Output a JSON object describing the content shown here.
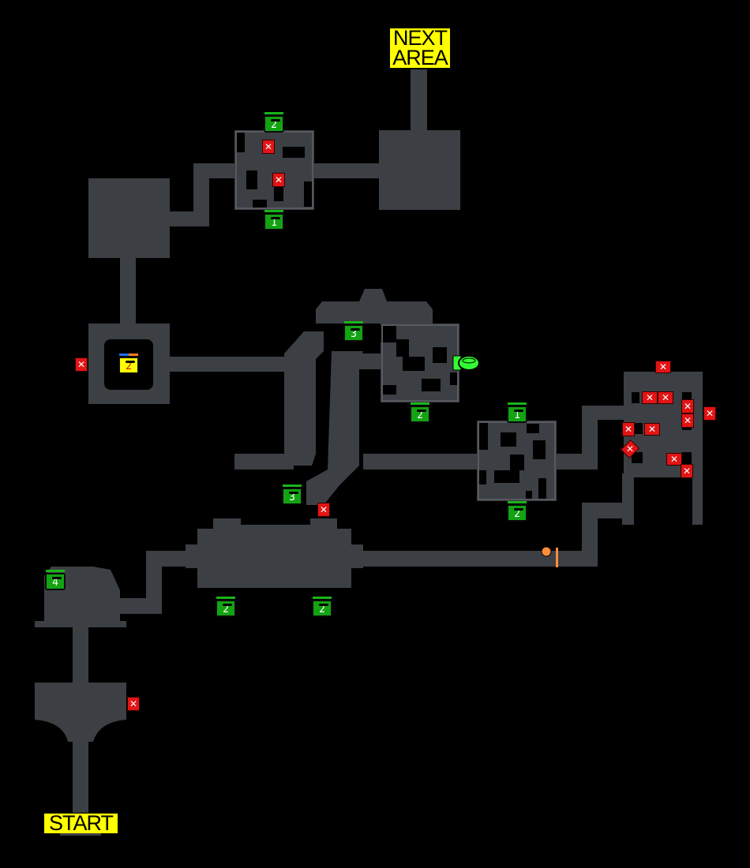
{
  "labels": {
    "next_area": "NEXT AREA",
    "start": "START"
  },
  "chests": {
    "top_room_north": "2",
    "top_room_south": "1",
    "upper_hall": "3",
    "east_room_south": "2",
    "mid_room_north": "1",
    "mid_room_south": "2",
    "corridor_bend": "3",
    "great_hall_west": "2",
    "great_hall_east": "2",
    "entry_room": "4",
    "locked_yellow": "2"
  },
  "icons": {
    "enemy": "x-mark-icon",
    "chest": "chest-icon",
    "key_item": "ring-icon",
    "orb": "orange-orb-icon",
    "gate": "orange-gate-icon"
  },
  "colors": {
    "floor": "#3c3f44",
    "label": "#ffff00",
    "enemy": "#e31414",
    "chest": "#13a313",
    "key_item": "#33ff33",
    "orb": "#ff8c3a"
  },
  "enemy_symbol": "✕"
}
